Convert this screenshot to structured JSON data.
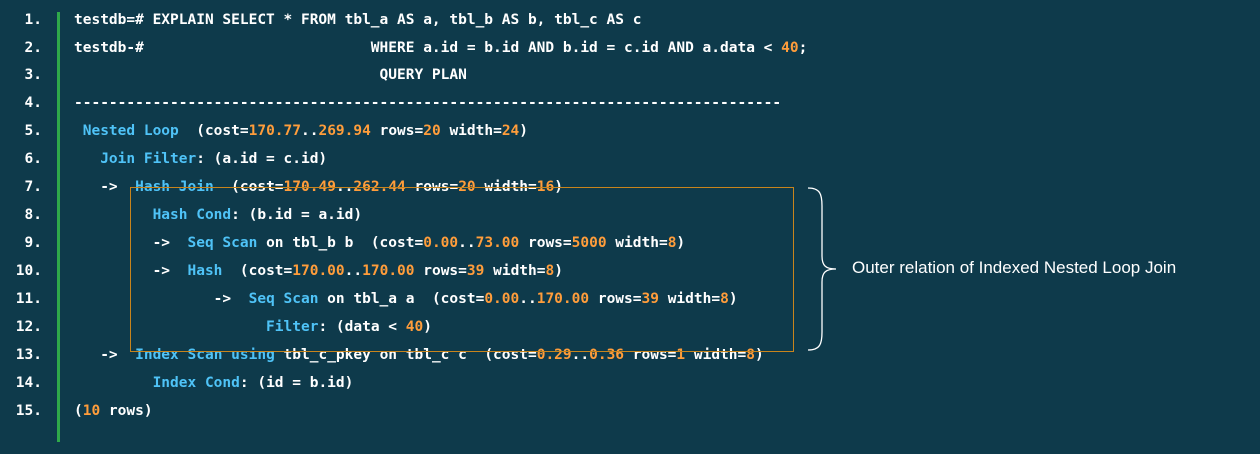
{
  "line_numbers": [
    "1.",
    "2.",
    "3.",
    "4.",
    "5.",
    "6.",
    "7.",
    "8.",
    "9.",
    "10.",
    "11.",
    "12.",
    "13.",
    "14.",
    "15."
  ],
  "lines": [
    [
      {
        "t": "testdb=# EXPLAIN SELECT * FROM tbl_a AS a, tbl_b AS b, tbl_c AS c",
        "c": "wh"
      }
    ],
    [
      {
        "t": "testdb-#                          WHERE a.id = b.id AND b.id = c.id AND a.data < ",
        "c": "wh"
      },
      {
        "t": "40",
        "c": "num"
      },
      {
        "t": ";",
        "c": "wh"
      }
    ],
    [
      {
        "t": "                                   QUERY PLAN",
        "c": "wh"
      }
    ],
    [
      {
        "t": "---------------------------------------------------------------------------------",
        "c": "wh"
      }
    ],
    [
      {
        "t": " Nested Loop",
        "c": "kw"
      },
      {
        "t": "  (cost=",
        "c": "wh"
      },
      {
        "t": "170.77",
        "c": "num"
      },
      {
        "t": "..",
        "c": "wh"
      },
      {
        "t": "269.94",
        "c": "num"
      },
      {
        "t": " rows=",
        "c": "wh"
      },
      {
        "t": "20",
        "c": "num"
      },
      {
        "t": " width=",
        "c": "wh"
      },
      {
        "t": "24",
        "c": "num"
      },
      {
        "t": ")",
        "c": "wh"
      }
    ],
    [
      {
        "t": "   Join Filter",
        "c": "kw"
      },
      {
        "t": ": (a.id = c.id)",
        "c": "wh"
      }
    ],
    [
      {
        "t": "   -> ",
        "c": "wh"
      },
      {
        "t": " Hash Join",
        "c": "kw"
      },
      {
        "t": "  (cost=",
        "c": "wh"
      },
      {
        "t": "170.49",
        "c": "num"
      },
      {
        "t": "..",
        "c": "wh"
      },
      {
        "t": "262.44",
        "c": "num"
      },
      {
        "t": " rows=",
        "c": "wh"
      },
      {
        "t": "20",
        "c": "num"
      },
      {
        "t": " width=",
        "c": "wh"
      },
      {
        "t": "16",
        "c": "num"
      },
      {
        "t": ")",
        "c": "wh"
      }
    ],
    [
      {
        "t": "         Hash Cond",
        "c": "kw"
      },
      {
        "t": ": (b.id = a.id)",
        "c": "wh"
      }
    ],
    [
      {
        "t": "         -> ",
        "c": "wh"
      },
      {
        "t": " Seq Scan",
        "c": "kw"
      },
      {
        "t": " on tbl_b b  (cost=",
        "c": "wh"
      },
      {
        "t": "0.00",
        "c": "num"
      },
      {
        "t": "..",
        "c": "wh"
      },
      {
        "t": "73.00",
        "c": "num"
      },
      {
        "t": " rows=",
        "c": "wh"
      },
      {
        "t": "5000",
        "c": "num"
      },
      {
        "t": " width=",
        "c": "wh"
      },
      {
        "t": "8",
        "c": "num"
      },
      {
        "t": ")",
        "c": "wh"
      }
    ],
    [
      {
        "t": "         -> ",
        "c": "wh"
      },
      {
        "t": " Hash",
        "c": "kw"
      },
      {
        "t": "  (cost=",
        "c": "wh"
      },
      {
        "t": "170.00",
        "c": "num"
      },
      {
        "t": "..",
        "c": "wh"
      },
      {
        "t": "170.00",
        "c": "num"
      },
      {
        "t": " rows=",
        "c": "wh"
      },
      {
        "t": "39",
        "c": "num"
      },
      {
        "t": " width=",
        "c": "wh"
      },
      {
        "t": "8",
        "c": "num"
      },
      {
        "t": ")",
        "c": "wh"
      }
    ],
    [
      {
        "t": "                -> ",
        "c": "wh"
      },
      {
        "t": " Seq Scan",
        "c": "kw"
      },
      {
        "t": " on tbl_a a  (cost=",
        "c": "wh"
      },
      {
        "t": "0.00",
        "c": "num"
      },
      {
        "t": "..",
        "c": "wh"
      },
      {
        "t": "170.00",
        "c": "num"
      },
      {
        "t": " rows=",
        "c": "wh"
      },
      {
        "t": "39",
        "c": "num"
      },
      {
        "t": " width=",
        "c": "wh"
      },
      {
        "t": "8",
        "c": "num"
      },
      {
        "t": ")",
        "c": "wh"
      }
    ],
    [
      {
        "t": "                      Filter",
        "c": "kw"
      },
      {
        "t": ": (data < ",
        "c": "wh"
      },
      {
        "t": "40",
        "c": "num"
      },
      {
        "t": ")",
        "c": "wh"
      }
    ],
    [
      {
        "t": "   -> ",
        "c": "wh"
      },
      {
        "t": " Index Scan",
        "c": "kw"
      },
      {
        "t": " using",
        "c": "kw"
      },
      {
        "t": " tbl_c_pkey on tbl_c c  (cost=",
        "c": "wh"
      },
      {
        "t": "0.29",
        "c": "num"
      },
      {
        "t": "..",
        "c": "wh"
      },
      {
        "t": "0.36",
        "c": "num"
      },
      {
        "t": " rows=",
        "c": "wh"
      },
      {
        "t": "1",
        "c": "num"
      },
      {
        "t": " width=",
        "c": "wh"
      },
      {
        "t": "8",
        "c": "num"
      },
      {
        "t": ")",
        "c": "wh"
      }
    ],
    [
      {
        "t": "         Index Cond",
        "c": "kw"
      },
      {
        "t": ": (id = b.id)",
        "c": "wh"
      }
    ],
    [
      {
        "t": "(",
        "c": "wh"
      },
      {
        "t": "10",
        "c": "num"
      },
      {
        "t": " rows)",
        "c": "wh"
      }
    ]
  ],
  "annotation": "Outer relation of Indexed Nested Loop Join",
  "colors": {
    "background": "#0e3a4b",
    "gutter": "#2fa84a",
    "keyword": "#4fc3f7",
    "number": "#ff9d3b",
    "box": "#c8841c"
  }
}
